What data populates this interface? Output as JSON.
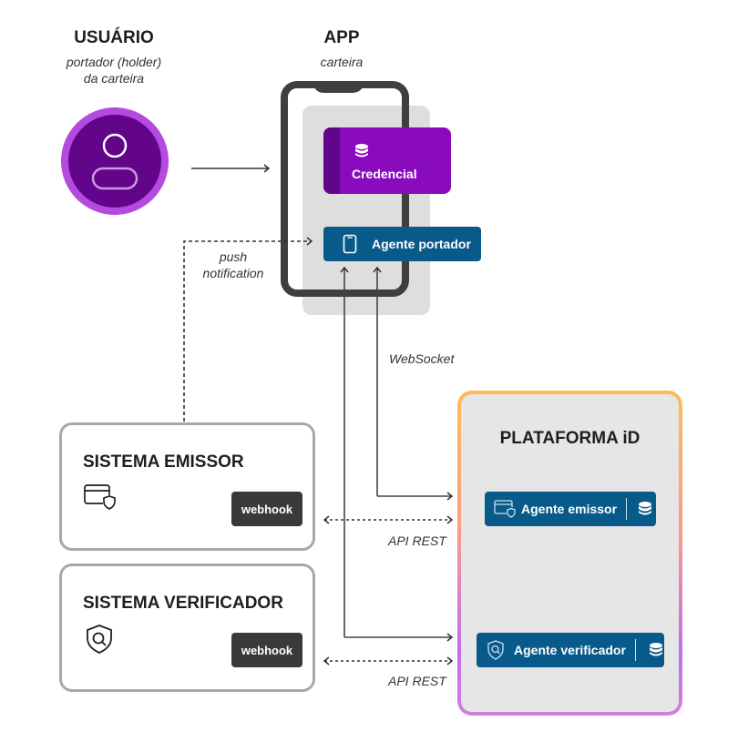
{
  "user": {
    "title": "USUÁRIO",
    "subtitle_line1": "portador (holder)",
    "subtitle_line2": "da carteira",
    "icon": "user-icon"
  },
  "app": {
    "title": "APP",
    "subtitle": "carteira",
    "credential": {
      "label": "Credencial",
      "icon": "database-icon"
    },
    "holder_agent": {
      "label": "Agente portador",
      "icon": "smartphone-icon"
    }
  },
  "connections": {
    "push_line1": "push",
    "push_line2": "notification",
    "websocket": "WebSocket",
    "api_rest_1": "API REST",
    "api_rest_2": "API REST"
  },
  "issuer_system": {
    "title": "SISTEMA EMISSOR",
    "icon": "card-shield-icon",
    "webhook": "webhook"
  },
  "verifier_system": {
    "title": "SISTEMA VERIFICADOR",
    "icon": "shield-search-icon",
    "webhook": "webhook"
  },
  "platform": {
    "title": "PLATAFORMA iD",
    "issuer_agent": {
      "label": "Agente emissor",
      "icon": "card-shield-icon",
      "store_icon": "database-icon"
    },
    "verifier_agent": {
      "label": "Agente verificador",
      "icon": "shield-search-icon",
      "store_icon": "database-icon"
    }
  },
  "colors": {
    "agent_blue": "#075a8a",
    "credential_purple": "#8a0bbd",
    "user_purple": "#62058a",
    "user_ring": "#b44ae0",
    "platform_gradient_top": "#ffbb55",
    "platform_gradient_bottom": "#c06ef0"
  }
}
